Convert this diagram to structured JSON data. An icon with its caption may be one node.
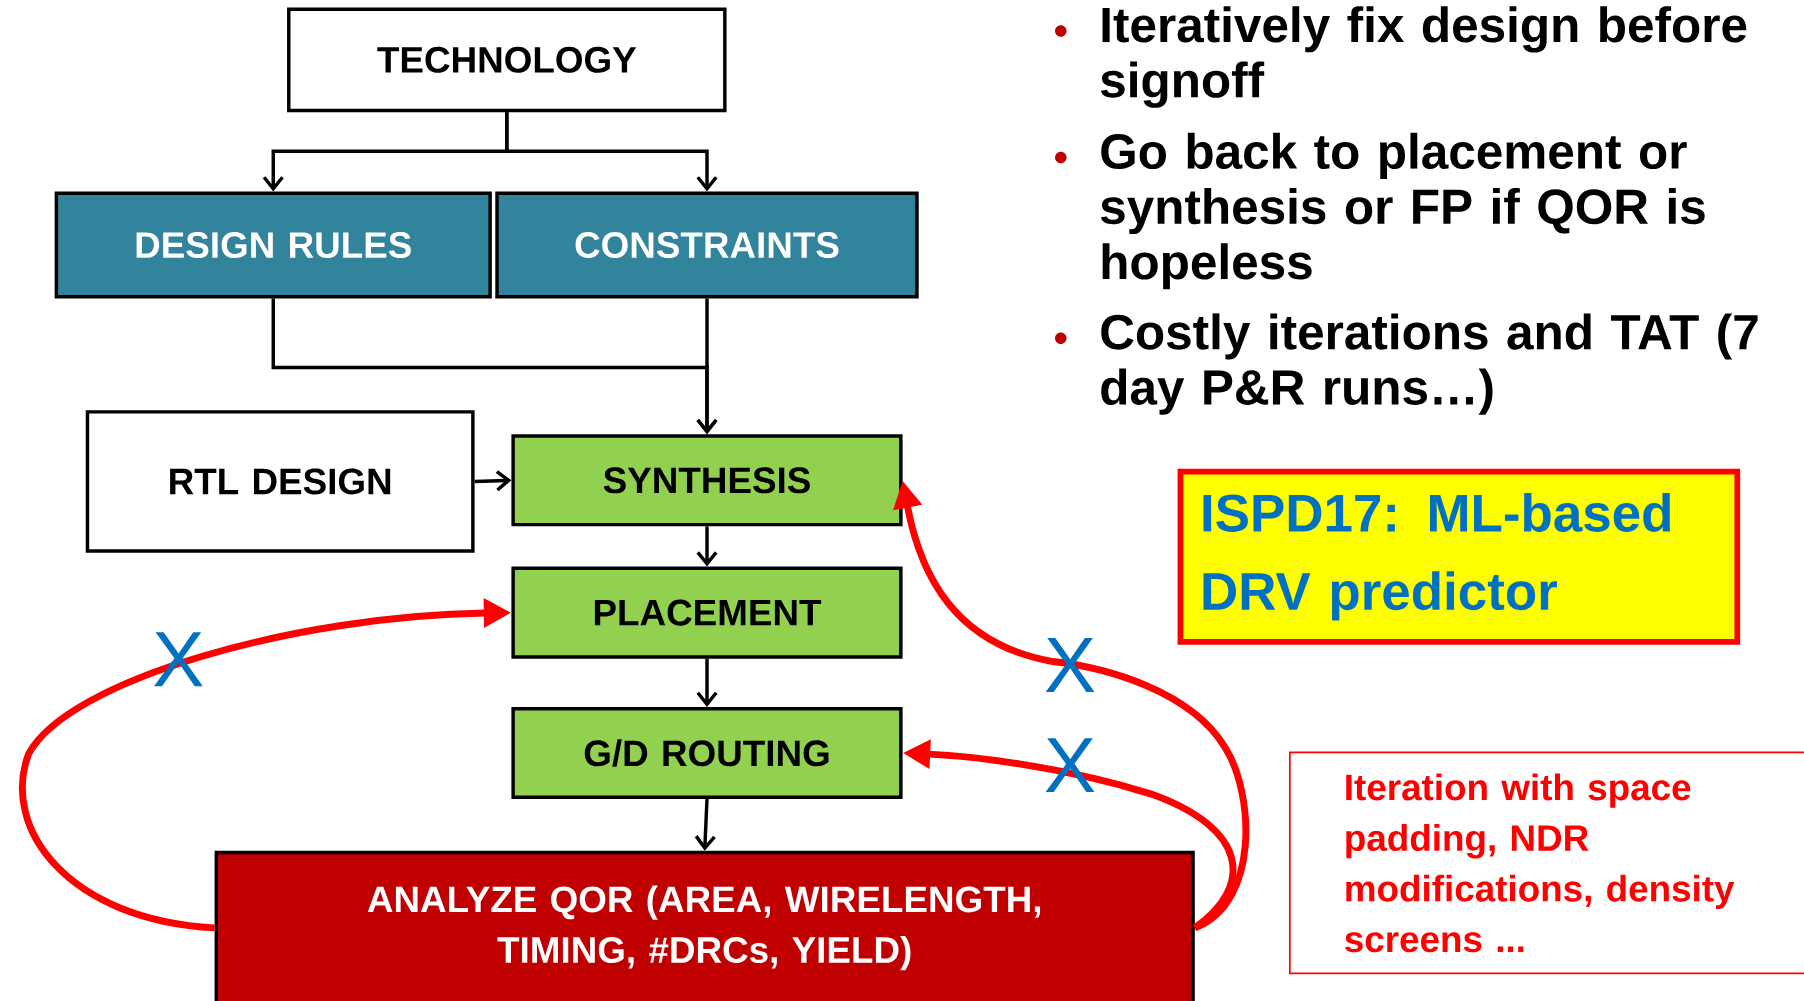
{
  "diagram": {
    "nodes": [
      {
        "text": [
          "TECHNOLOGY"
        ]
      },
      {
        "text": [
          "DESIGN RULES"
        ]
      },
      {
        "text": [
          "CONSTRAINTS"
        ]
      },
      {
        "text": [
          "RTL DESIGN"
        ]
      },
      {
        "text": [
          "SYNTHESIS"
        ]
      },
      {
        "text": [
          "PLACEMENT"
        ]
      },
      {
        "text": [
          "G/D ROUTING"
        ]
      },
      {
        "text": [
          "ANALYZE QOR (AREA, WIRELENGTH, TIMING, #DRCs, YIELD)"
        ]
      },
      {
        "text": [
          "ISPD17: ML-based DRV predictor"
        ]
      },
      {
        "text": [
          "Iteration with space padding, NDR modifications, density screens ..."
        ]
      }
    ],
    "edges": [
      {
        "from": 0,
        "to": 1,
        "arrow": "to"
      },
      {
        "from": 0,
        "to": 2,
        "arrow": "to"
      },
      {
        "from": 1,
        "to": 4,
        "arrow": "to"
      },
      {
        "from": 2,
        "to": 4,
        "arrow": "to"
      },
      {
        "from": 3,
        "to": 4,
        "arrow": "to"
      },
      {
        "from": 4,
        "to": 5,
        "arrow": "to"
      },
      {
        "from": 5,
        "to": 6,
        "arrow": "to"
      },
      {
        "from": 6,
        "to": 7,
        "arrow": "to"
      },
      {
        "from": 7,
        "to": 5,
        "arrow": "to",
        "label": "X",
        "style": "thick",
        "color": "#ff0000"
      },
      {
        "from": 7,
        "to": 4,
        "arrow": "to",
        "label": "X",
        "style": "thick",
        "color": "#ff0000"
      },
      {
        "from": 7,
        "to": 6,
        "arrow": "to",
        "label": "X",
        "style": "thick",
        "color": "#ff0000"
      }
    ],
    "labels": [
      "Iteratively fix design before signoff",
      "Go back to placement or synthesis or FP if QOR is hopeless",
      "Costly iterations and TAT (7 day P&R runs…)"
    ]
  }
}
